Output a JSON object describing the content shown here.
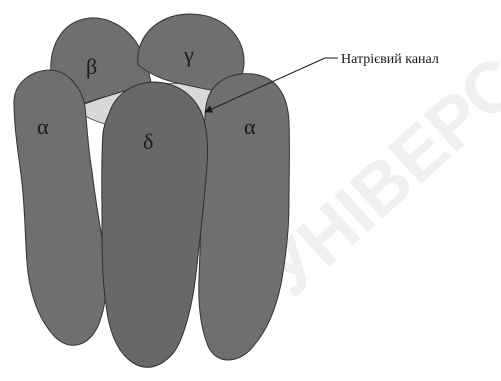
{
  "labels": {
    "alpha_left": "α",
    "beta": "β",
    "gamma": "γ",
    "delta": "δ",
    "alpha_right": "α",
    "channel": "Натрієвий канал"
  },
  "watermark": "УНІВЕРС",
  "colors": {
    "subunit": "#6f6f6f",
    "channel": "#d8d8d8",
    "text": "#1a1a1a"
  }
}
